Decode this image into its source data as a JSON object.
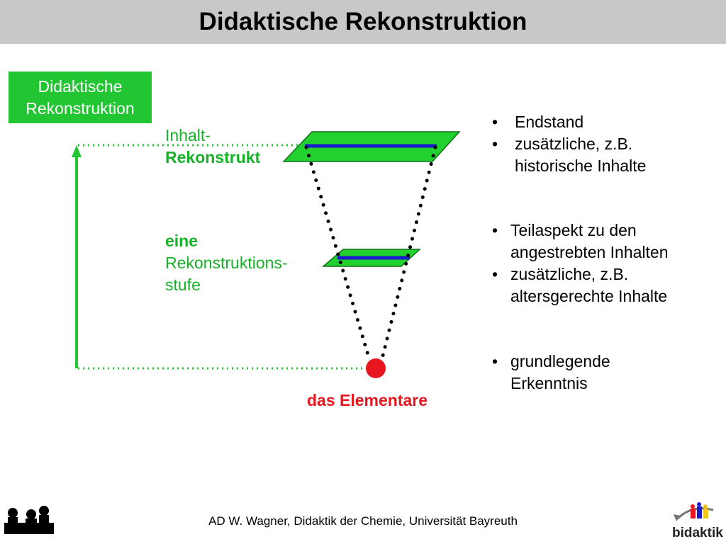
{
  "title": "Didaktische Rekonstruktion",
  "green_box": {
    "line1": "Didaktische",
    "line2": "Rekonstruktion"
  },
  "labels": {
    "top_line1": "Inhalt-",
    "top_line2": "Rekonstrukt",
    "mid_line1": "eine",
    "mid_line2": "Rekonstruktions-",
    "mid_line3": "stufe",
    "bottom": "das Elementare"
  },
  "bullets_top": [
    {
      "lines": [
        "Endstand"
      ]
    },
    {
      "lines": [
        "zusätzliche, z.B.",
        "historische Inhalte"
      ]
    }
  ],
  "bullets_middle": [
    {
      "lines": [
        "Teilaspekt zu den",
        "angestrebten Inhalten"
      ]
    },
    {
      "lines": [
        "zusätzliche, z.B.",
        "altersgerechte Inhalte"
      ]
    }
  ],
  "bullets_bottom": [
    {
      "lines": [
        "grundlegende",
        "Erkenntnis"
      ]
    }
  ],
  "footer": "AD W. Wagner, Didaktik der Chemie, Universität Bayreuth",
  "logo_right_text": "bidaktik",
  "colors": {
    "green": "#22c532",
    "plane_green": "#22d12e",
    "blue": "#1b1bcc",
    "red": "#e8161e",
    "title_bg": "#c8c8c8"
  }
}
